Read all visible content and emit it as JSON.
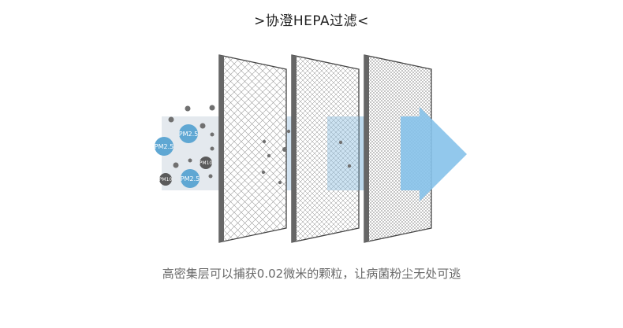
{
  "header": {
    "title": ">协澄HEPA过滤<"
  },
  "caption": {
    "text": "高密集层可以捕获0.02微米的颗粒，让病菌粉尘无处可逃"
  },
  "particles": {
    "pm25_label": "PM2.5",
    "pm10_label": "PM10"
  },
  "colors": {
    "air_flow": "#8fc3e6",
    "arrow": "#86c2ea",
    "pm25": "#5fa7d3",
    "pm10": "#5a5a5a",
    "frame": "#444444"
  },
  "icons": {
    "arrow": "flow-arrow-icon"
  }
}
